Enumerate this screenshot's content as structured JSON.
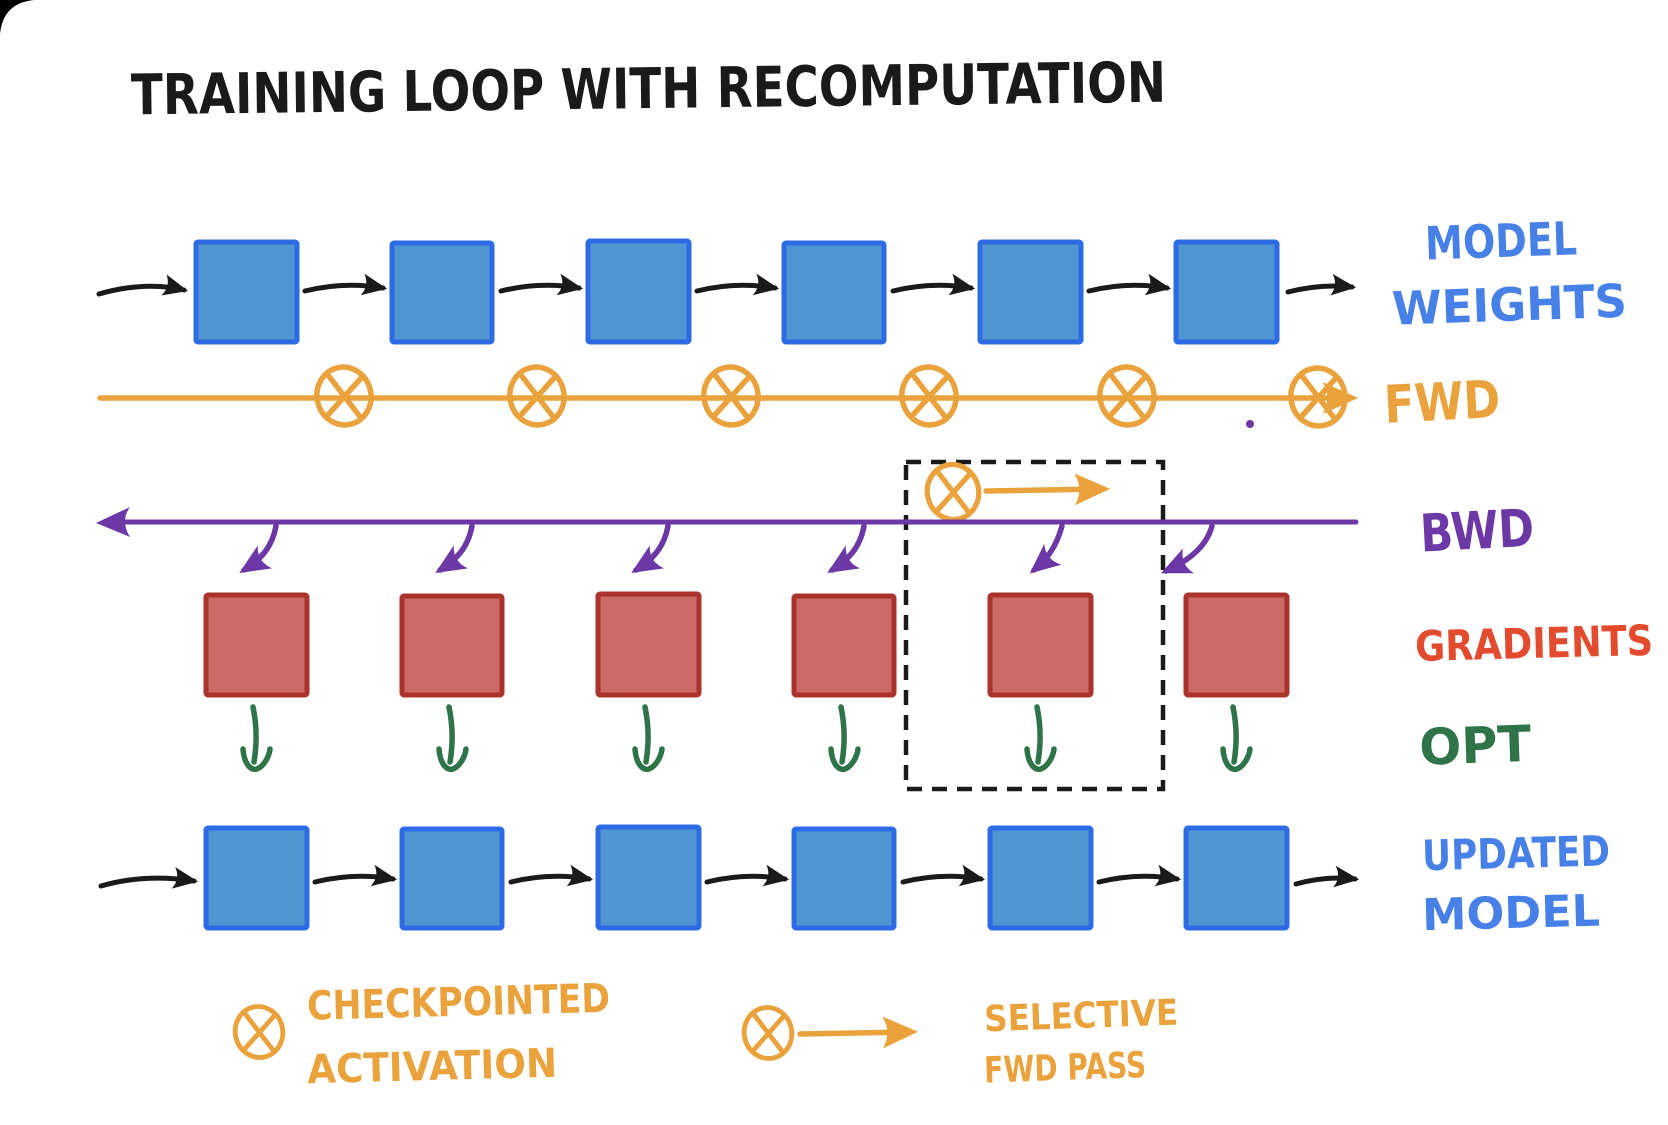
{
  "title": "TRAINING LOOP WITH RECOMPUTATION",
  "row_labels": {
    "model_weights": [
      "MODEL",
      "WEIGHTS"
    ],
    "fwd": "FWD",
    "bwd": "BWD",
    "gradients": "GRADIENTS",
    "opt": "OPT",
    "updated_model": [
      "UPDATED",
      "MODEL"
    ]
  },
  "legend": {
    "checkpointed_activation": [
      "CHECKPOINTED",
      "ACTIVATION"
    ],
    "selective_fwd_pass": [
      "SELECTIVE",
      "FWD PASS"
    ]
  },
  "diagram": {
    "blocks_per_row": 6,
    "model_weight_blocks": 6,
    "gradient_blocks": 6,
    "updated_model_blocks": 6,
    "checkpointed_activations_on_fwd": 6,
    "optimizer_steps": 6,
    "recompute_region": "dashed box around one layer unit with selective forward pass"
  },
  "colors": {
    "black": "#1a1a1a",
    "block_blue_fill": "#4f96d3",
    "block_blue_border": "#2d6be5",
    "block_red_fill": "#cb6a67",
    "block_red_border": "#aa342b",
    "orange": "#e9a23c",
    "purple": "#6b38a6",
    "green": "#2e7448",
    "label_blue": "#4781e8",
    "label_red": "#e24b2d",
    "white": "#ffffff"
  }
}
